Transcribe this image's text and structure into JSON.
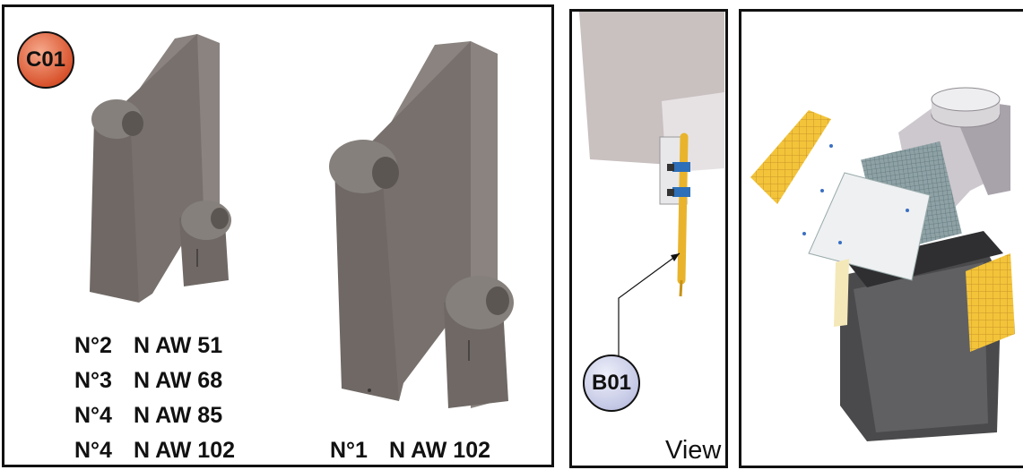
{
  "panel_left": {
    "badge": "C01",
    "codes": [
      {
        "num": "N°2",
        "ref": "N AW 51"
      },
      {
        "num": "N°3",
        "ref": "N AW 68"
      },
      {
        "num": "N°4",
        "ref": "N AW 85"
      },
      {
        "num": "N°4",
        "ref": "N AW 102"
      }
    ],
    "code_right": {
      "num": "N°1",
      "ref": "N AW 102"
    }
  },
  "panel_middle": {
    "badge": "B01",
    "view_label": "View"
  },
  "colors": {
    "part_gray": "#77706d",
    "badge_c01": "#d9542e",
    "badge_b01": "#c3c7e4",
    "tube_yellow": "#e9b42c",
    "grid_yellow": "#f3c43a"
  }
}
